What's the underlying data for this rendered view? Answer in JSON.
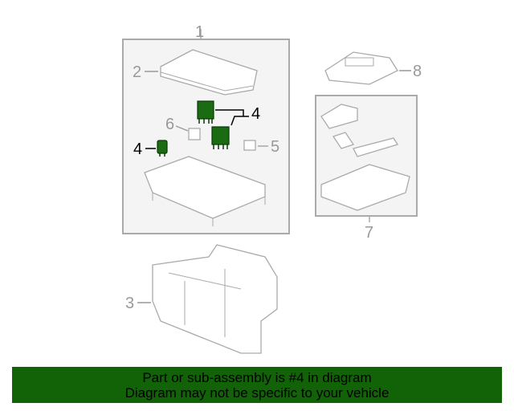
{
  "diagram": {
    "callouts": {
      "c1": "1",
      "c2": "2",
      "c3": "3",
      "c4a": "4",
      "c4b": "4",
      "c5": "5",
      "c6": "6",
      "c7": "7",
      "c8": "8"
    },
    "highlight_color": "#126308"
  },
  "banner": {
    "line1": "Part or sub-assembly is #4 in diagram",
    "line2": "Diagram may not be specific to your vehicle"
  }
}
